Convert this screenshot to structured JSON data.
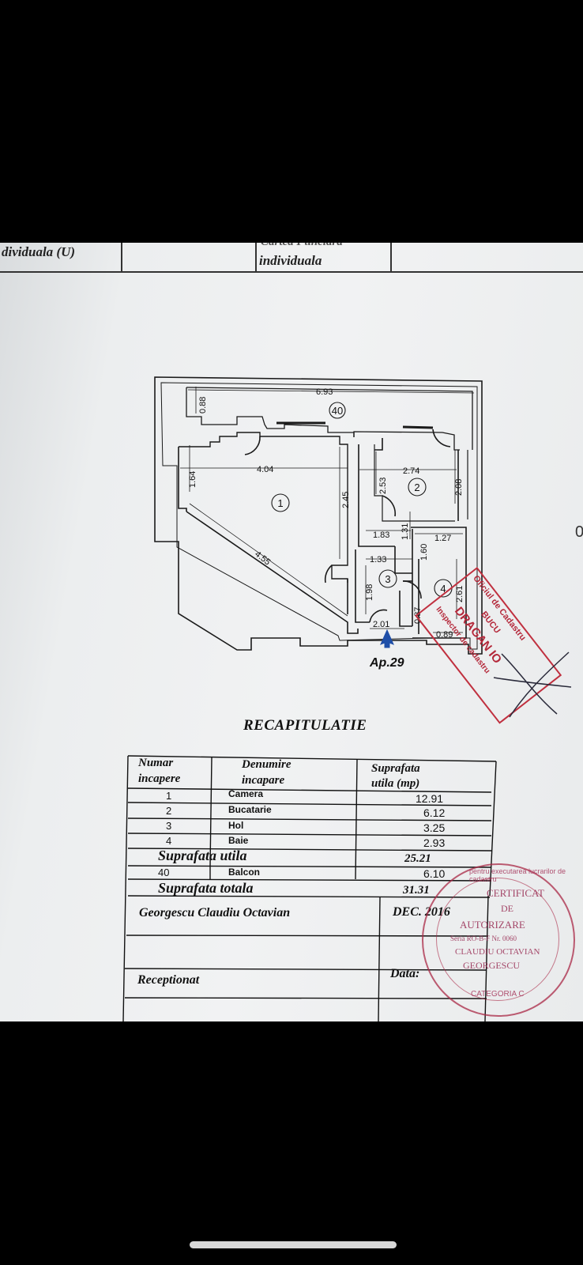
{
  "header": {
    "left_cell": "dividuala (U)",
    "mid_cell_faded": "Cartea Funciara",
    "mid_cell": "individuala"
  },
  "plan": {
    "dims": {
      "top_width": "6.93",
      "balcony_left": "0.88",
      "room1_width": "4.04",
      "room1_left": "1.64",
      "room1_height": "2.45",
      "diagonal": "4.55",
      "room2_width": "2.74",
      "room2_height_a": "2.53",
      "room2_height_b": "2.08",
      "hall_top": "1.83",
      "hall_width": "1.33",
      "hall_right": "1.31",
      "hall_height": "1.98",
      "hall_bottom": "2.01",
      "bath_width": "1.27",
      "bath_left": "1.60",
      "bath_height": "2.61",
      "bath_bottom_left": "0.87",
      "bath_bottom": "0.89"
    },
    "rooms": [
      "1",
      "2",
      "3",
      "4",
      "40"
    ],
    "apartment_label": "Ap.29",
    "edge_mark": "0"
  },
  "recap": {
    "title": "RECAPITULATIE",
    "headers": {
      "col1_line1": "Numar",
      "col1_line2": "incapere",
      "col2_line1": "Denumire",
      "col2_line2": "incapare",
      "col3_line1": "Suprafata",
      "col3_line2": "utila  (mp)"
    },
    "rows": [
      {
        "num": "1",
        "name": "Camera",
        "area": "12.91"
      },
      {
        "num": "2",
        "name": "Bucatarie",
        "area": "6.12"
      },
      {
        "num": "3",
        "name": "Hol",
        "area": "3.25"
      },
      {
        "num": "4",
        "name": "Baie",
        "area": "2.93"
      }
    ],
    "useful_label": "Suprafata  utila",
    "useful_value": "25.21",
    "balcony": {
      "num": "40",
      "name": "Balcon",
      "area": "6.10"
    },
    "total_label": "Suprafata  totala",
    "total_value": "31.31",
    "author": "Georgescu  Claudiu  Octavian",
    "date_value": "DEC. 2016",
    "received_label": "Receptionat",
    "data_label": "Data:"
  },
  "stamps": {
    "right_top": "Oficiul de Cadastru",
    "right_city": "BUCU",
    "right_name": "DRAGAN IO",
    "right_role": "Inspector de cadastru",
    "round_line1": "CERTIFICAT",
    "round_line2": "DE",
    "round_line3": "AUTORIZARE",
    "round_line4": "Seria RO-B-F  Nr. 0060",
    "round_line5": "CLAUDIU OCTAVIAN",
    "round_line6": "GEORGESCU",
    "round_ring": "pentru executarea lucrarilor de cadastru",
    "round_category": "CATEGORIA C"
  }
}
